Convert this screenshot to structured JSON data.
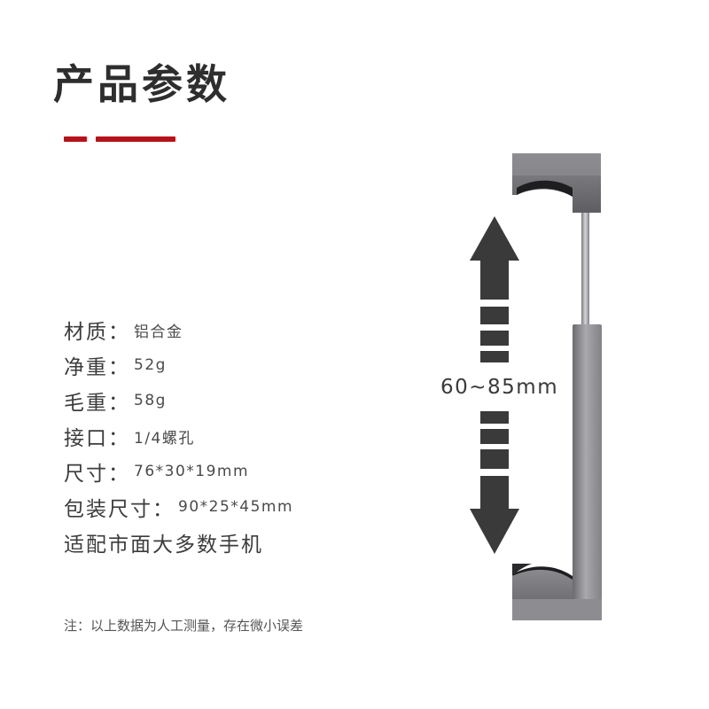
{
  "header": {
    "title": "产品参数",
    "accent_color": "#b5121b"
  },
  "specs": [
    {
      "label": "材质",
      "sep": "：",
      "value": "铝合金"
    },
    {
      "label": "净重",
      "sep": "：",
      "value": "52g"
    },
    {
      "label": "毛重",
      "sep": "：",
      "value": "58g"
    },
    {
      "label": "接口",
      "sep": "：",
      "value": "1/4螺孔"
    },
    {
      "label": "尺寸",
      "sep": "：",
      "value": "76*30*19mm"
    },
    {
      "label": "包装尺寸",
      "sep": "：",
      "value": "90*25*45mm"
    }
  ],
  "compatibility": "适配市面大多数手机",
  "note": "注：以上数据为人工测量，存在微小误差",
  "product": {
    "range_label": "60~85mm",
    "icons": [
      "expand-up-arrow-icon",
      "expand-down-arrow-icon"
    ]
  }
}
